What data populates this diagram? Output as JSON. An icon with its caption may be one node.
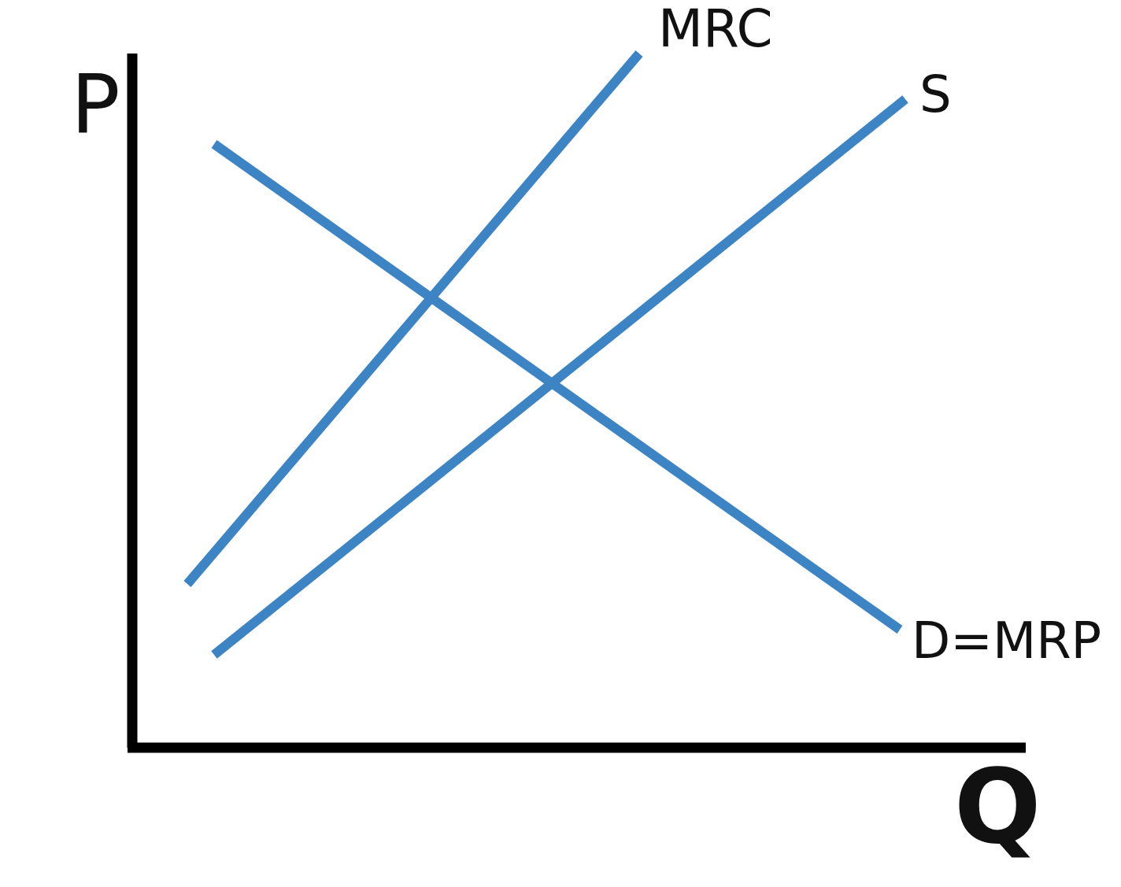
{
  "diagram": {
    "labels": [
      "MRC",
      "P",
      "S",
      "D=MRP",
      "Q"
    ]
  }
}
